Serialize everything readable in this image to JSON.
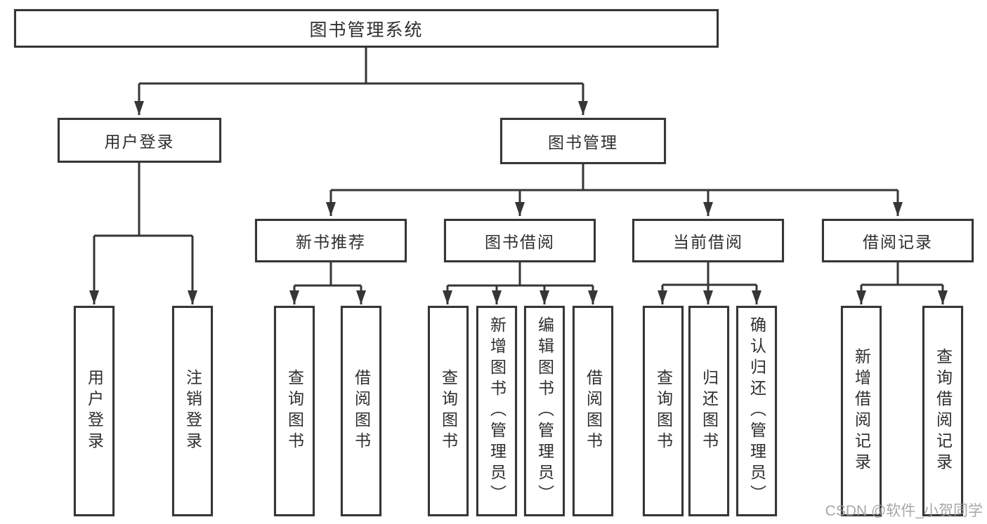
{
  "tree": {
    "label": "图书管理系统",
    "children": [
      {
        "label": "用户登录",
        "children": [
          {
            "label": "用户登录"
          },
          {
            "label": "注销登录"
          }
        ]
      },
      {
        "label": "图书管理",
        "children": [
          {
            "label": "新书推荐",
            "children": [
              {
                "label": "查询图书"
              },
              {
                "label": "借阅图书"
              }
            ]
          },
          {
            "label": "图书借阅",
            "children": [
              {
                "label": "查询图书"
              },
              {
                "label": "新增图书（管理员）"
              },
              {
                "label": "编辑图书（管理员）"
              },
              {
                "label": "借阅图书"
              }
            ]
          },
          {
            "label": "当前借阅",
            "children": [
              {
                "label": "查询图书"
              },
              {
                "label": "归还图书"
              },
              {
                "label": "确认归还（管理员）"
              }
            ]
          },
          {
            "label": "借阅记录",
            "children": [
              {
                "label": "新增借阅记录"
              },
              {
                "label": "查询借阅记录"
              }
            ]
          }
        ]
      }
    ]
  },
  "watermark": {
    "text": "CSDN @软件_小贺同学"
  },
  "colors": {
    "line": "#363636",
    "text": "#2e2e2e",
    "box-bg": "#ffffff",
    "page-bg": "#ffffff",
    "watermark": "#9e9e9e"
  }
}
